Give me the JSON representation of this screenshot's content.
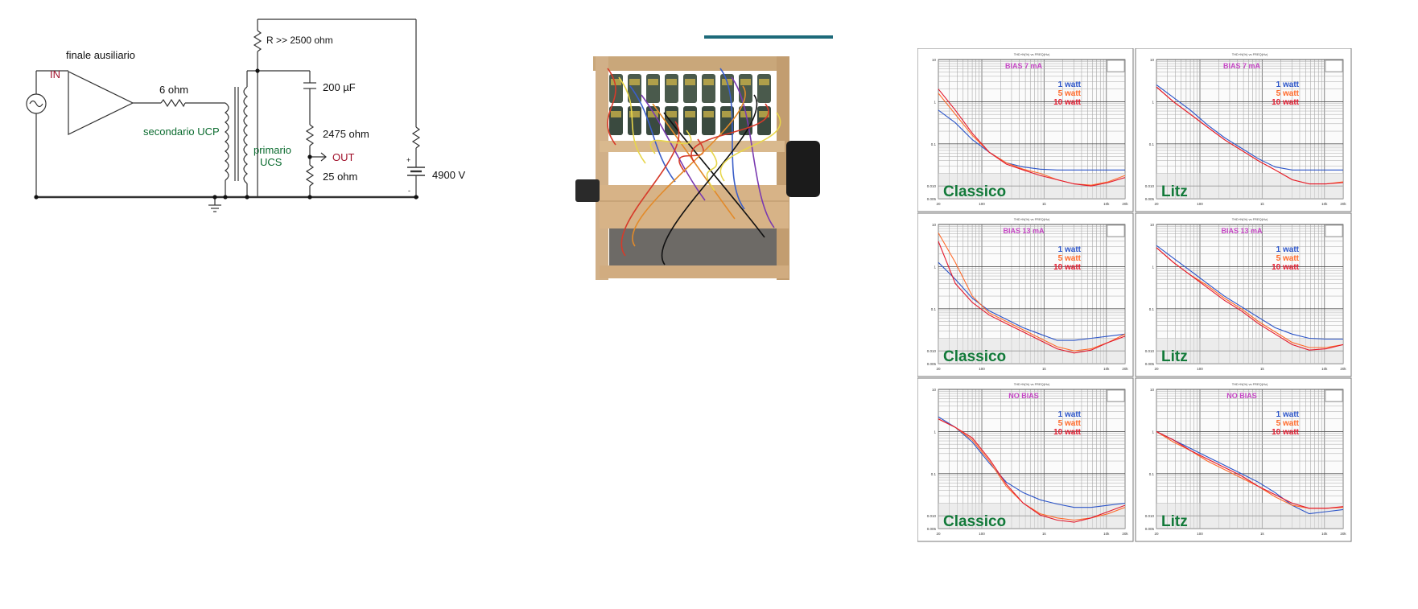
{
  "schematic": {
    "title": "finale ausiliario",
    "input_label": "IN",
    "resistor_label": "6 ohm",
    "secondary_label": "secondario UCP",
    "primary_label_1": "primario",
    "primary_label_2": "UCS",
    "r_top_label": "R >> 2500 ohm",
    "cap_label": "200 µF",
    "r_mid_label": "2475 ohm",
    "out_label": "OUT",
    "r_low_label": "25 ohm",
    "battery_label": "4900 V",
    "plus": "+",
    "minus": "-",
    "colors": {
      "red": "#a0102a",
      "green": "#0b6b2f",
      "wire": "#333333"
    }
  },
  "photo": {
    "subject": "wooden-frame-capacitor-bank"
  },
  "charts": {
    "legend": [
      "1 watt",
      "5 watt",
      "10 watt"
    ],
    "legend_colors": [
      "#2b54c8",
      "#ff6a2a",
      "#e3192d"
    ],
    "panels": [
      {
        "tag": "BIAS 7 mA",
        "winding": "Classico"
      },
      {
        "tag": "BIAS 7 mA",
        "winding": "Litz"
      },
      {
        "tag": "BIAS 13 mA",
        "winding": "Classico"
      },
      {
        "tag": "BIAS 13 mA",
        "winding": "Litz"
      },
      {
        "tag": "NO BIAS",
        "winding": "Classico"
      },
      {
        "tag": "NO BIAS",
        "winding": "Litz"
      }
    ],
    "tag_color": "#c02abf",
    "winding_color": "#137a3a",
    "y_ticks": [
      "10",
      "1",
      "0.1",
      "0.010",
      "0.005"
    ],
    "x_ticks": [
      "20",
      "100",
      "1k",
      "10k",
      "20k"
    ],
    "header": "THD+N(%)  vs  FREQ(Hz)"
  }
}
